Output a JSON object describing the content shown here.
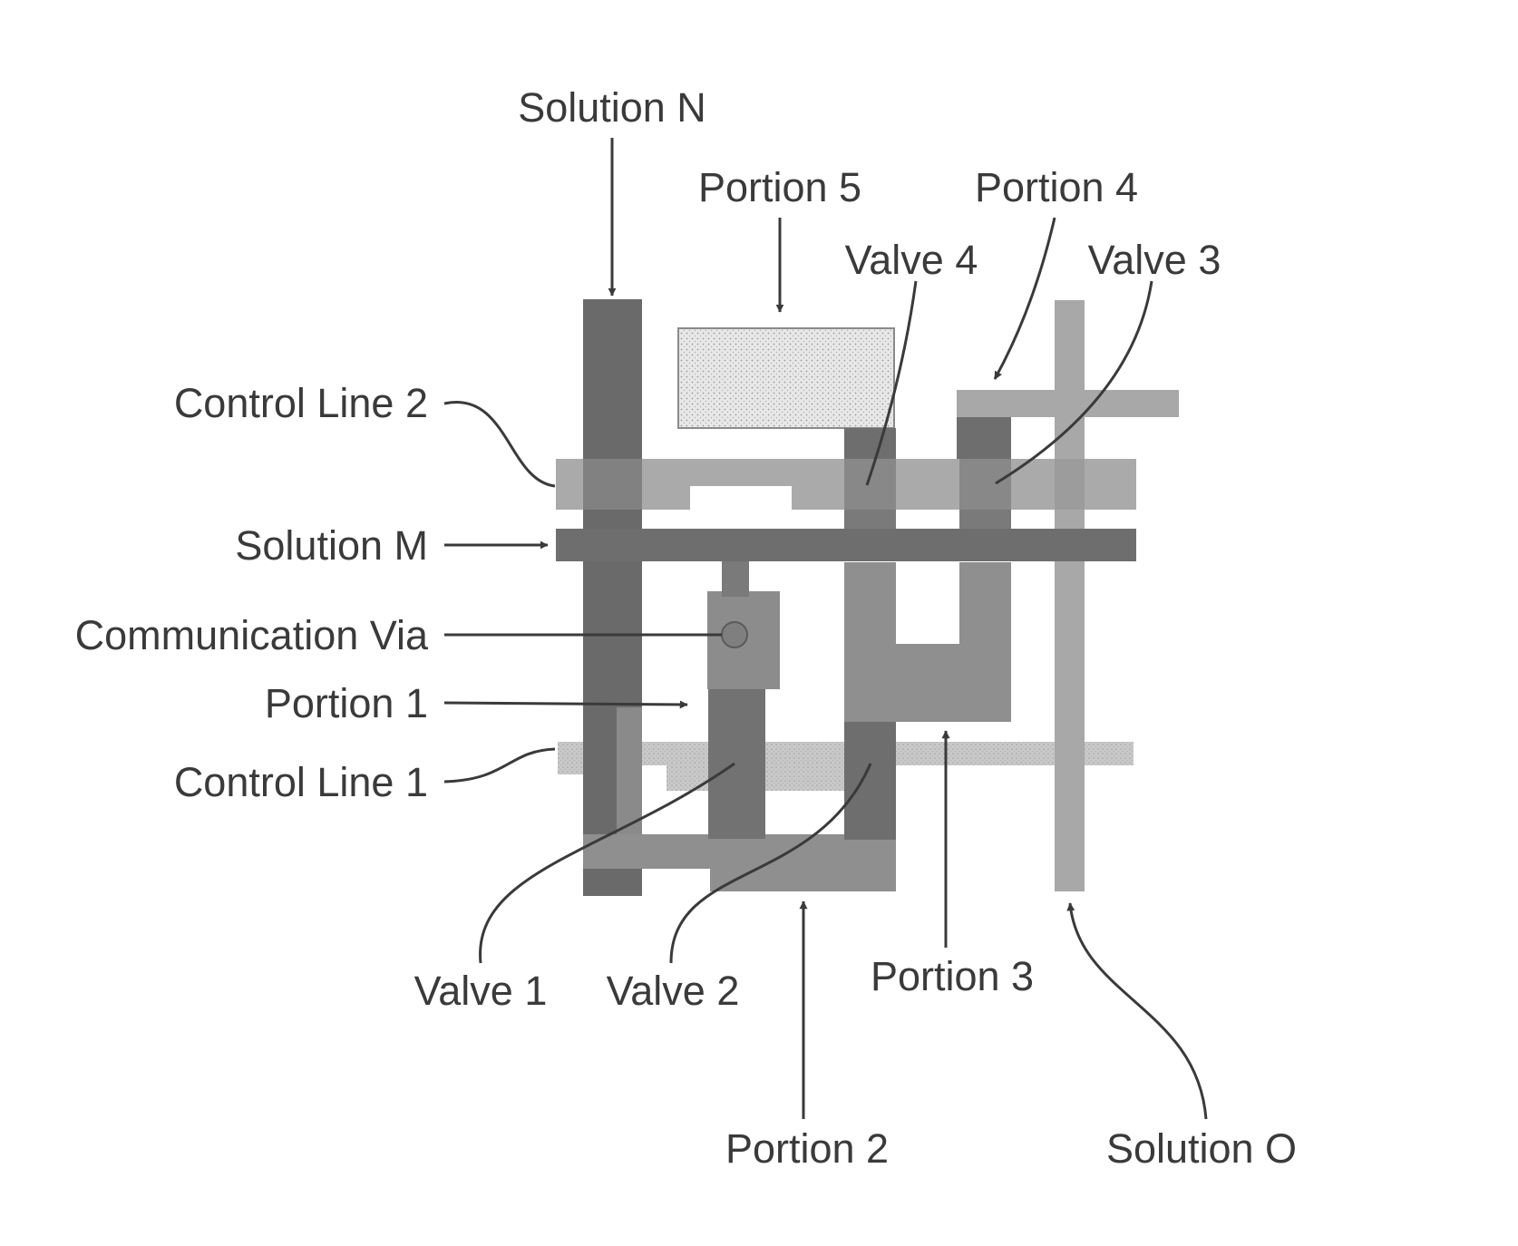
{
  "labels": {
    "solution_n": "Solution N",
    "solution_m": "Solution M",
    "solution_o": "Solution O",
    "portion_1": "Portion 1",
    "portion_2": "Portion 2",
    "portion_3": "Portion 3",
    "portion_4": "Portion 4",
    "portion_5": "Portion 5",
    "valve_1": "Valve 1",
    "valve_2": "Valve 2",
    "valve_3": "Valve 3",
    "valve_4": "Valve 4",
    "control_line_1": "Control Line 1",
    "control_line_2": "Control Line 2",
    "communication_via": "Communication Via"
  },
  "colors": {
    "dark_channel": "#6a6a6a",
    "medium_channel": "#8e8e8e",
    "light_channel": "#a9a9a9",
    "control_line_1": "#c4c4c4",
    "portion_5_fill": "#ededed",
    "text": "#3a3a3a"
  }
}
